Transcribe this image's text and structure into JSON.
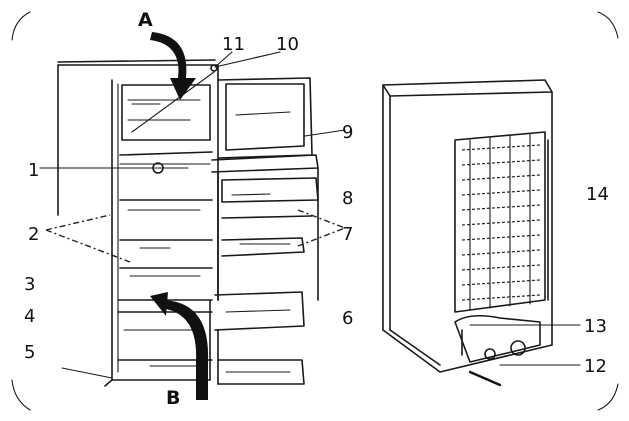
{
  "labels": {
    "A": "A",
    "B": "B",
    "n1": "1",
    "n2": "2",
    "n3": "3",
    "n4": "4",
    "n5": "5",
    "n6": "6",
    "n7": "7",
    "n8": "8",
    "n9": "9",
    "n10": "10",
    "n11": "11",
    "n12": "12",
    "n13": "13",
    "n14": "14"
  }
}
